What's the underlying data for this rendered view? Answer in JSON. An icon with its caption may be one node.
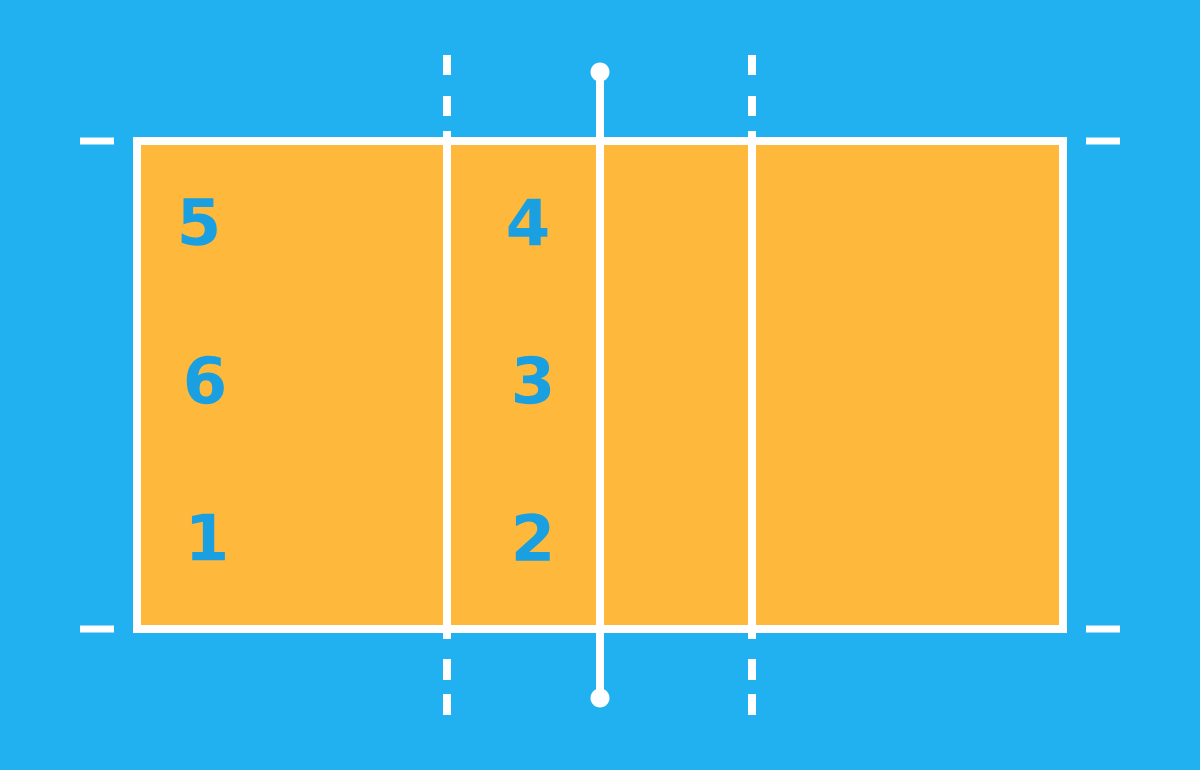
{
  "diagram": {
    "labels": [
      "5",
      "4",
      "6",
      "3",
      "1",
      "2"
    ]
  }
}
